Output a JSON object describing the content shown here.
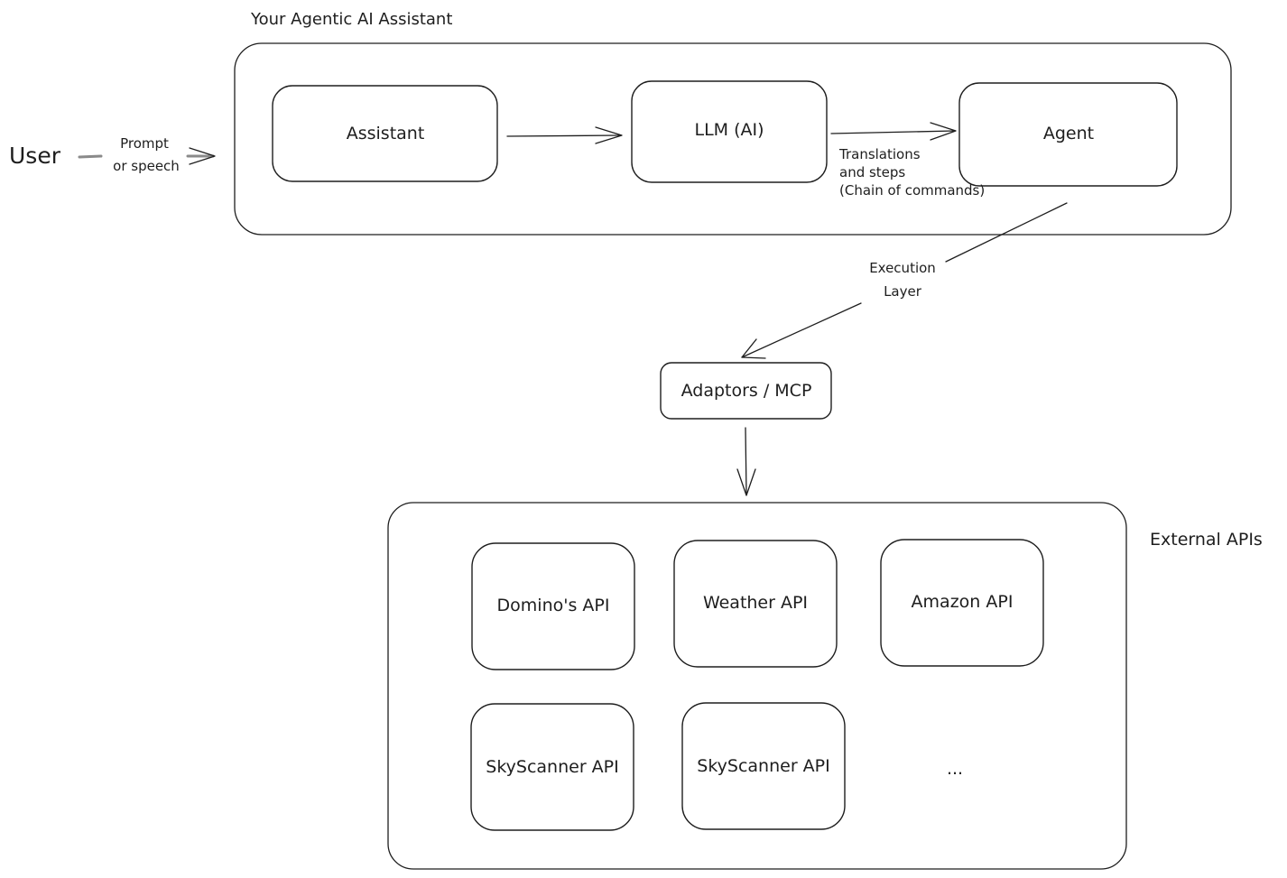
{
  "user_label": "User",
  "input_label_line1": "Prompt",
  "input_label_line2": "or speech",
  "assistant_container_title": "Your Agentic AI Assistant",
  "nodes": {
    "assistant": "Assistant",
    "llm": "LLM (AI)",
    "agent": "Agent",
    "adaptors": "Adaptors / MCP"
  },
  "translation_note": {
    "line1": "Translations",
    "line2": "and steps",
    "line3": "(Chain of commands)"
  },
  "execution_label": {
    "line1": "Execution",
    "line2": "Layer"
  },
  "external_title": "External APIs",
  "apis": {
    "dominos": "Domino's API",
    "weather": "Weather API",
    "amazon": "Amazon API",
    "skyscanner_1": "SkyScanner API",
    "skyscanner_2": "SkyScanner API",
    "more": "..."
  }
}
